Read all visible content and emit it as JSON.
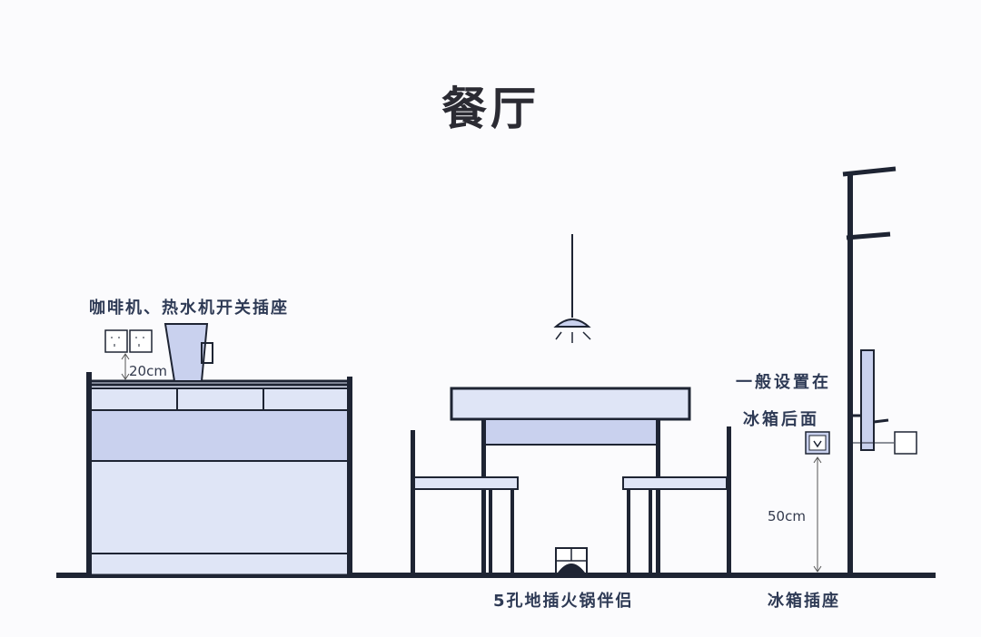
{
  "title": "餐厅",
  "labels": {
    "coffee_outlet": "咖啡机、热水机开关插座",
    "coffee_height": "20cm",
    "fridge_note_line1": "一般设置在",
    "fridge_note_line2": "冰箱后面",
    "fridge_height": "50cm",
    "hotpot_outlet": "5孔地插火锅伴侣",
    "fridge_outlet": "冰箱插座"
  },
  "colors": {
    "line": "#1e2433",
    "furniture_fill": "#dfe5f6",
    "accent_fill": "#c9d1ee",
    "text": "#2e3a55"
  }
}
